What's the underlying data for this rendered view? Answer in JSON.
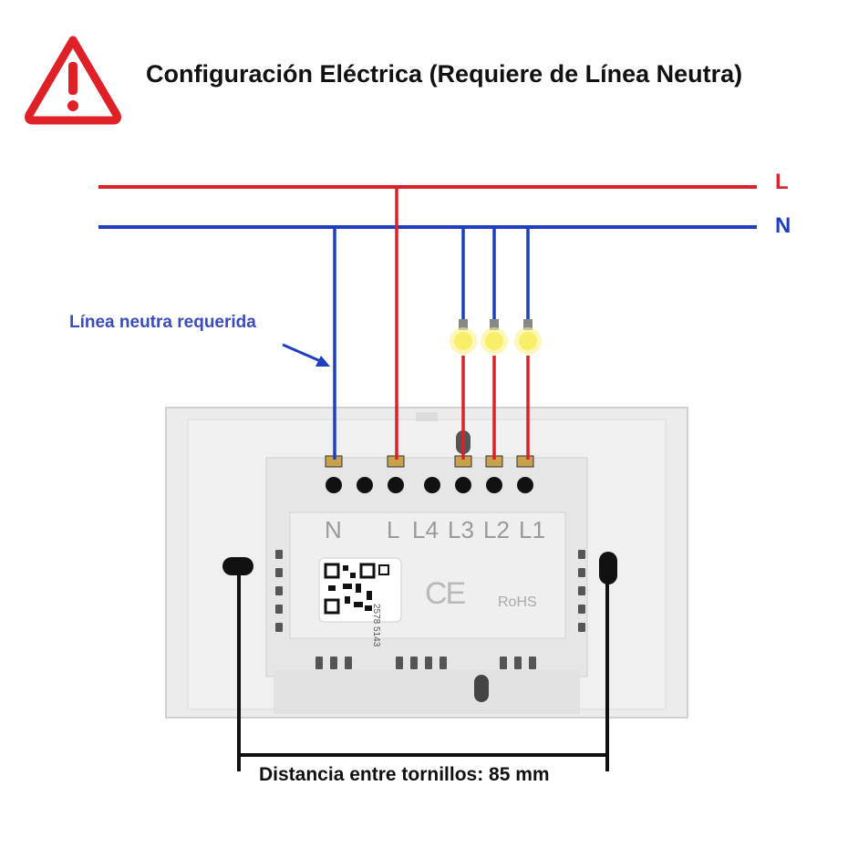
{
  "title": "Configuración Eléctrica (Requiere de Línea Neutra)",
  "icon": "warning-triangle-icon",
  "lines": {
    "live_label": "L",
    "neutral_label": "N",
    "live_color": "#d8232a",
    "neutral_color": "#1f3fbf"
  },
  "neutral_note": "Línea neutra requerida",
  "terminals": [
    "N",
    "L",
    "L4",
    "L3",
    "L2",
    "L1"
  ],
  "device": {
    "qr_code_text": "2578 5143",
    "ce_mark": "CE",
    "rohs_mark": "RoHS"
  },
  "dimension": "Distancia entre tornillos: 85 mm"
}
